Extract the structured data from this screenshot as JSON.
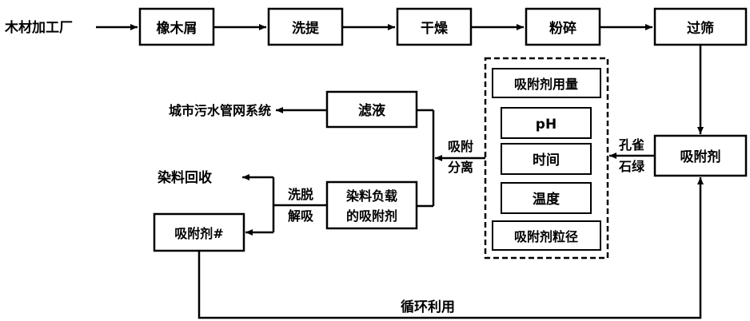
{
  "source": "木材加工厂",
  "process": [
    "橡木屑",
    "洗提",
    "干燥",
    "粉碎",
    "过筛"
  ],
  "adsorbent": "吸附剂",
  "modifier": [
    "孔雀",
    "石绿"
  ],
  "factors": {
    "title": "吸附剂用量",
    "items": [
      "pH",
      "时间",
      "温度"
    ],
    "footer": "吸附剂粒径"
  },
  "separation": [
    "吸附",
    "分离"
  ],
  "filtrate": "滤液",
  "sewer": "城市污水管网系统",
  "loaded": [
    "染料负载",
    "的吸附剂"
  ],
  "desorption": [
    "洗脱",
    "解吸"
  ],
  "dye_recovery": "染料回收",
  "regenerated": "吸附剂#",
  "recycle": "循环利用"
}
